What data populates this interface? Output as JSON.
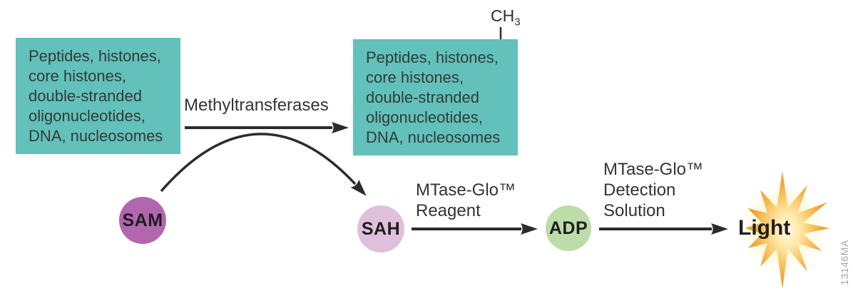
{
  "figure": {
    "id": "13146MA",
    "background": "#FFFFFF"
  },
  "substrate_box": {
    "color": "#62C1BA",
    "lines": [
      "Peptides, histones,",
      "core histones,",
      "double-stranded",
      "oligonucleotides,",
      "DNA, nucleosomes"
    ]
  },
  "product_box": {
    "color": "#62C1BA",
    "lines": [
      "Peptides, histones,",
      "core histones,",
      "double-stranded",
      "oligonucleotides,",
      "DNA, nucleosomes"
    ],
    "methyl_label": {
      "base": "CH",
      "subscript": "3"
    }
  },
  "arrows": {
    "color": "#2B2B2B",
    "enzyme_label": "Methyltransferases",
    "reagent_label_line1": "MTase-Glo™",
    "reagent_label_line2": "Reagent",
    "detection_label_line1": "MTase-Glo™",
    "detection_label_line2": "Detection",
    "detection_label_line3": "Solution"
  },
  "molecules": {
    "sam": {
      "label": "SAM",
      "color": "#B266AE"
    },
    "sah": {
      "label": "SAH",
      "color": "#DEC0DC"
    },
    "adp": {
      "label": "ADP",
      "color": "#BCDCA8"
    }
  },
  "output": {
    "label": "Light",
    "starburst_inner_color": "#FFFAE0",
    "starburst_outer_color": "#EF8F15"
  },
  "watermark": {
    "text": "13146MA",
    "color": "#A6A6A6"
  }
}
